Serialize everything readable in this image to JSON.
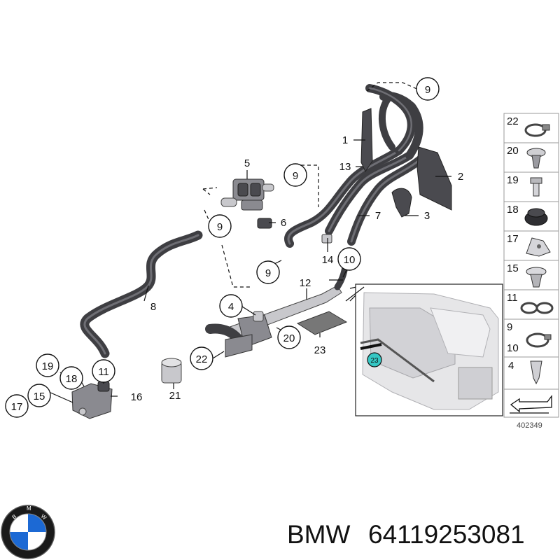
{
  "diagram": {
    "callouts_main": [
      "9",
      "1",
      "13",
      "2",
      "5",
      "9",
      "3",
      "7",
      "6",
      "9",
      "14",
      "10",
      "9",
      "8",
      "12",
      "4",
      "20",
      "23",
      "22",
      "11",
      "19",
      "18",
      "16",
      "17",
      "15",
      "21"
    ],
    "inset_callout": "23",
    "reference_number": "402349",
    "sidebar_labels": [
      [
        "22"
      ],
      [
        "20"
      ],
      [
        "19"
      ],
      [
        "18"
      ],
      [
        "17"
      ],
      [
        "15"
      ],
      [
        "11"
      ],
      [
        "9",
        "10"
      ],
      [
        "4"
      ]
    ]
  },
  "footer": {
    "brand": "BMW",
    "part_number": "64119253081"
  },
  "colors": {
    "hose": "#3e3e42",
    "inset_highlight": "#35c7c4",
    "logo_blue": "#1c69d4"
  }
}
